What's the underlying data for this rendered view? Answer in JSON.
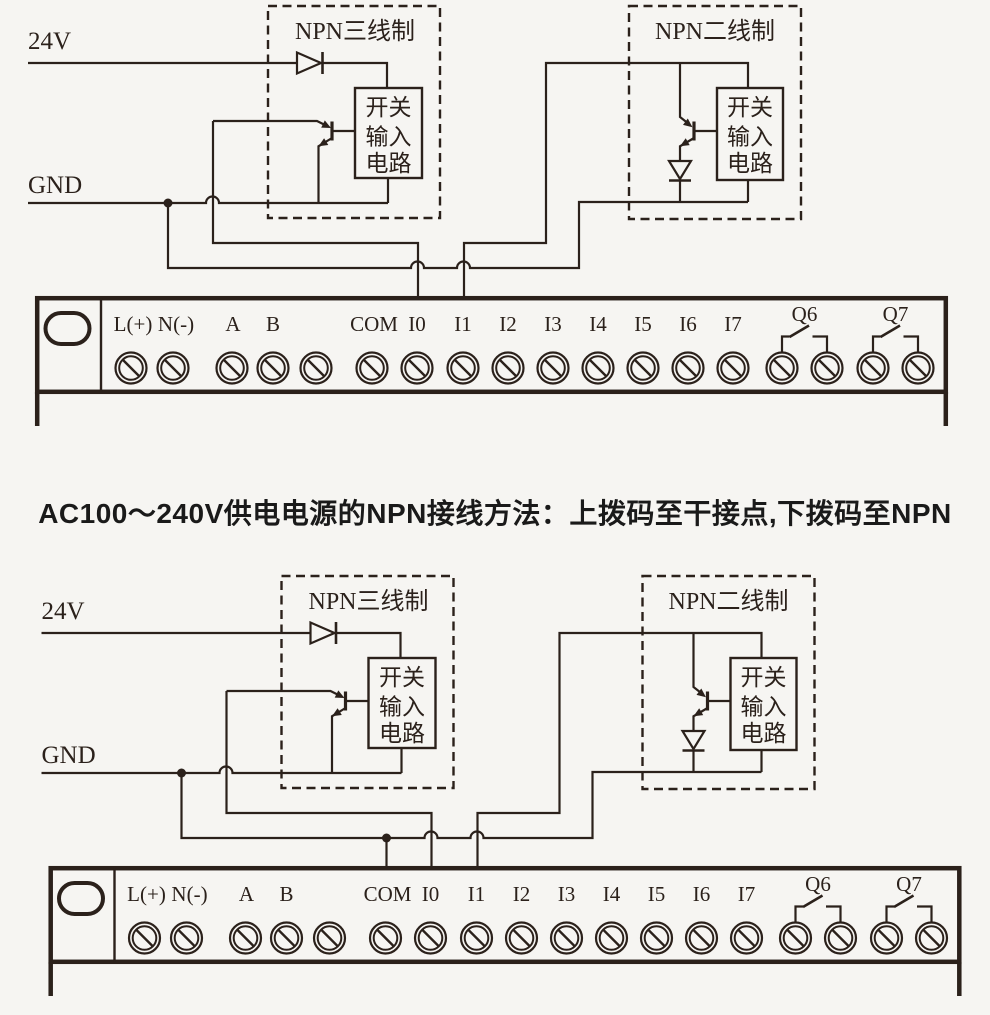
{
  "title": "AC100～240V供电电源的NPN接线方法：上拨码至干接点,下拨码至NPN",
  "colors": {
    "background": "#f6f5f2",
    "line": "#2b211b",
    "title_text": "#1a1a1a"
  },
  "diagram_labels": {
    "rail_24v": "24V",
    "rail_gnd": "GND",
    "three_wire_title": "NPN三线制",
    "two_wire_title": "NPN二线制",
    "switch_input_circuit": [
      "开关",
      "输入",
      "电路"
    ]
  },
  "terminal_block": {
    "labels": [
      "L(+)",
      "N(-)",
      "A",
      "B",
      "COM",
      "I0",
      "I1",
      "I2",
      "I3",
      "I4",
      "I5",
      "I6",
      "I7"
    ],
    "relay_labels": [
      "Q6",
      "Q7"
    ]
  },
  "diagrams": [
    {
      "id": "top",
      "com_connected": false
    },
    {
      "id": "bottom",
      "com_connected": true
    }
  ]
}
